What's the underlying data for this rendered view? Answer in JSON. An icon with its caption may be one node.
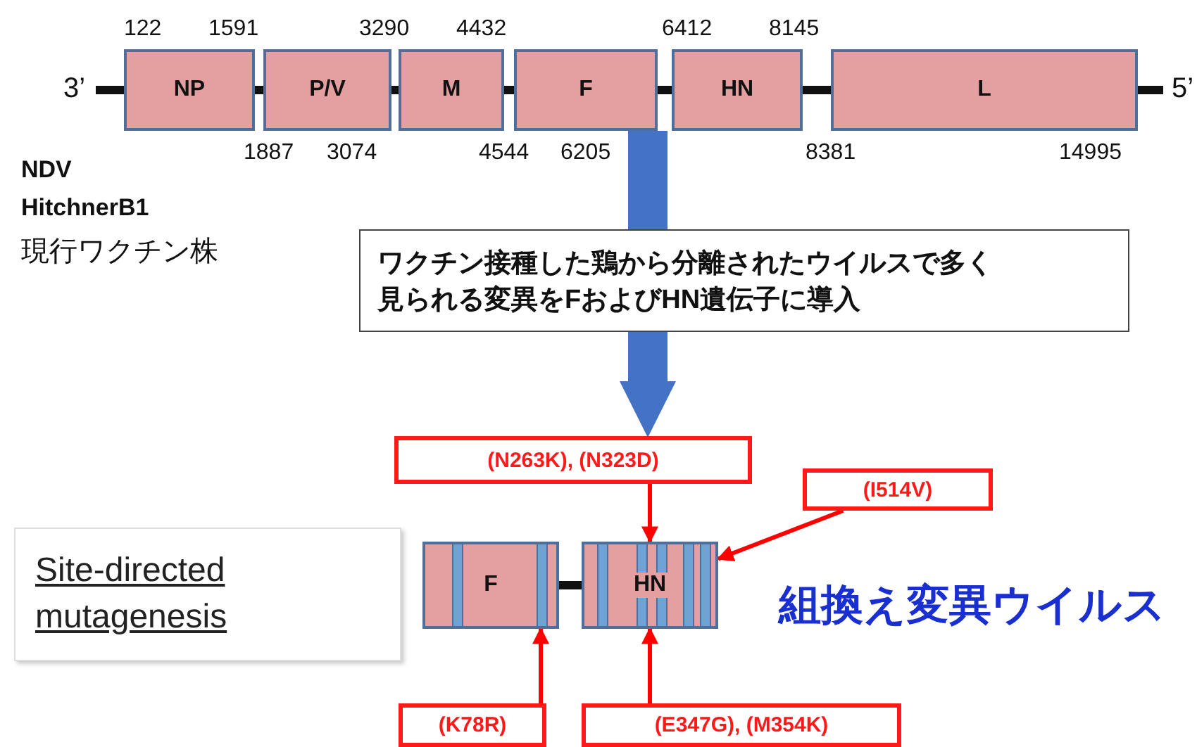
{
  "diagram": {
    "nodes": [
      {
        "text": [
          "NP"
        ],
        "beside": [
          "122",
          "1591"
        ]
      },
      {
        "text": [
          "P/V"
        ],
        "beside": [
          "1887",
          "3074"
        ]
      },
      {
        "text": [
          "M"
        ],
        "beside": [
          "3290",
          "4432"
        ]
      },
      {
        "text": [
          "F"
        ],
        "beside": [
          "4544",
          "6205"
        ]
      },
      {
        "text": [
          "HN"
        ],
        "beside": [
          "6412",
          "8145"
        ]
      },
      {
        "text": [
          "L"
        ],
        "beside": [
          "8381",
          "14995"
        ]
      },
      {
        "text": [
          "ワクチン接種した鶏から分離されたウイルスで多く見られる変異をFおよびHN遺伝子に導入"
        ]
      },
      {
        "text": [
          "Site-directed mutagenesis"
        ]
      },
      {
        "text": [
          "F"
        ]
      },
      {
        "text": [
          "HN"
        ]
      },
      {
        "text": [
          "(N263K), (N323D)"
        ]
      },
      {
        "text": [
          "(I514V)"
        ]
      },
      {
        "text": [
          "(K78R)"
        ]
      },
      {
        "text": [
          "(E347G), (M354K)"
        ]
      }
    ],
    "edges": [
      {
        "from": 0,
        "to": 1,
        "arrow": "none"
      },
      {
        "from": 1,
        "to": 2,
        "arrow": "none"
      },
      {
        "from": 2,
        "to": 3,
        "arrow": "none"
      },
      {
        "from": 3,
        "to": 4,
        "arrow": "none"
      },
      {
        "from": 4,
        "to": 5,
        "arrow": "none"
      },
      {
        "from": 3,
        "to": 6,
        "arrow": "none",
        "style": "thick",
        "color": "#4472c4"
      },
      {
        "from": 6,
        "to": 10,
        "arrow": "to",
        "style": "thick",
        "color": "#4472c4"
      },
      {
        "from": 8,
        "to": 9,
        "arrow": "none"
      },
      {
        "from": 10,
        "to": 9,
        "arrow": "to",
        "color": "#ff0000"
      },
      {
        "from": 11,
        "to": 9,
        "arrow": "to",
        "color": "#ff0000"
      },
      {
        "from": 12,
        "to": 8,
        "arrow": "to",
        "color": "#ff0000"
      },
      {
        "from": 13,
        "to": 9,
        "arrow": "to",
        "color": "#ff0000"
      }
    ],
    "labels": [
      "3’",
      "5’",
      "NDV",
      "HitchnerB1",
      "現行ワクチン株",
      "組換え変異ウイルス"
    ]
  }
}
